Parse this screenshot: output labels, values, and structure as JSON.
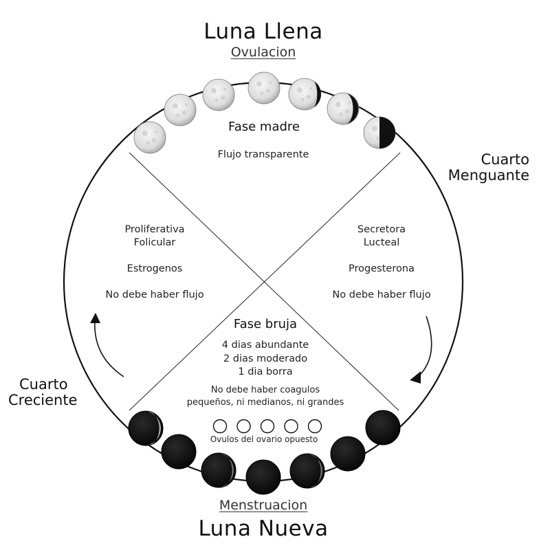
{
  "top": {
    "title": "Luna Llena",
    "subtitle": "Ovulacion"
  },
  "bottom": {
    "title": "Luna Nueva",
    "subtitle": "Menstruacion"
  },
  "sides": {
    "right": [
      "Cuarto",
      "Menguante"
    ],
    "left": [
      "Cuarto",
      "Creciente"
    ]
  },
  "quadrants": {
    "top": {
      "name": "Fase madre",
      "lines": [
        "Flujo transparente"
      ]
    },
    "left": {
      "lines": [
        "Proliferativa",
        "Folicular",
        "Estrogenos",
        "No debe haber flujo"
      ]
    },
    "right": {
      "lines": [
        "Secretora",
        "Lucteal",
        "Progesterona",
        "No debe haber flujo"
      ]
    },
    "bottom": {
      "name": "Fase bruja",
      "flow": [
        "4 dias abundante",
        "2 dias moderado",
        "1 dia borra"
      ],
      "note": [
        "No debe haber coagulos",
        "pequeños, ni medianos, ni grandes"
      ],
      "ovules_label": "Ovulos del ovario opuesto",
      "ovules_count": 5
    }
  },
  "colors": {
    "line": "#111111",
    "moon_light": "#e4e4e4",
    "moon_dark": "#0d0d0d"
  }
}
